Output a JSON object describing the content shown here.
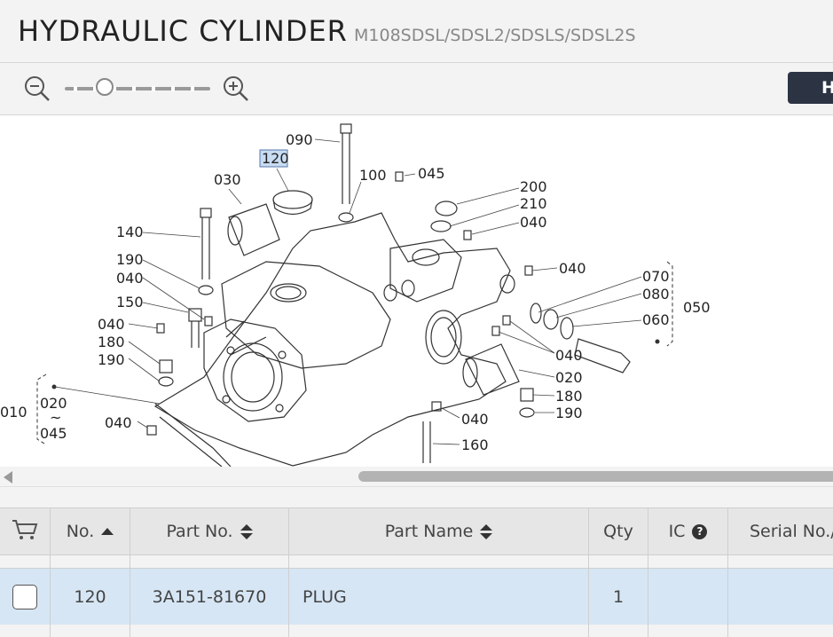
{
  "header": {
    "title": "HYDRAULIC CYLINDER",
    "model": "M108SDSL/SDSL2/SDSLS/SDSL2S"
  },
  "toolbar": {
    "zoom_out_icon": "zoom-out-icon",
    "zoom_in_icon": "zoom-in-icon",
    "dark_button_label": "H"
  },
  "diagram": {
    "callouts": [
      "090",
      "120",
      "100",
      "045",
      "030",
      "200",
      "210",
      "040",
      "140",
      "040",
      "190",
      "040",
      "070",
      "080",
      "050",
      "150",
      "060",
      "040",
      "180",
      "190",
      "040",
      "020",
      "180",
      "010",
      "020",
      "~",
      "045",
      "040",
      "190",
      "040",
      "160"
    ],
    "highlighted": "120"
  },
  "table": {
    "columns": [
      {
        "key": "cart",
        "label": "",
        "icon": "cart-icon"
      },
      {
        "key": "no",
        "label": "No."
      },
      {
        "key": "part_no",
        "label": "Part No."
      },
      {
        "key": "part_name",
        "label": "Part Name"
      },
      {
        "key": "qty",
        "label": "Qty"
      },
      {
        "key": "ic",
        "label": "IC",
        "icon": "help-icon"
      },
      {
        "key": "serial",
        "label": "Serial No./"
      }
    ],
    "rows": [
      {
        "no": "120",
        "part_no": "3A151-81670",
        "part_name": "PLUG",
        "qty": "1",
        "ic": "",
        "serial": ""
      }
    ]
  },
  "colors": {
    "selected_row": "#d6e6f5",
    "header_bg": "#e6e6e6",
    "dark_button": "#2c3444"
  }
}
